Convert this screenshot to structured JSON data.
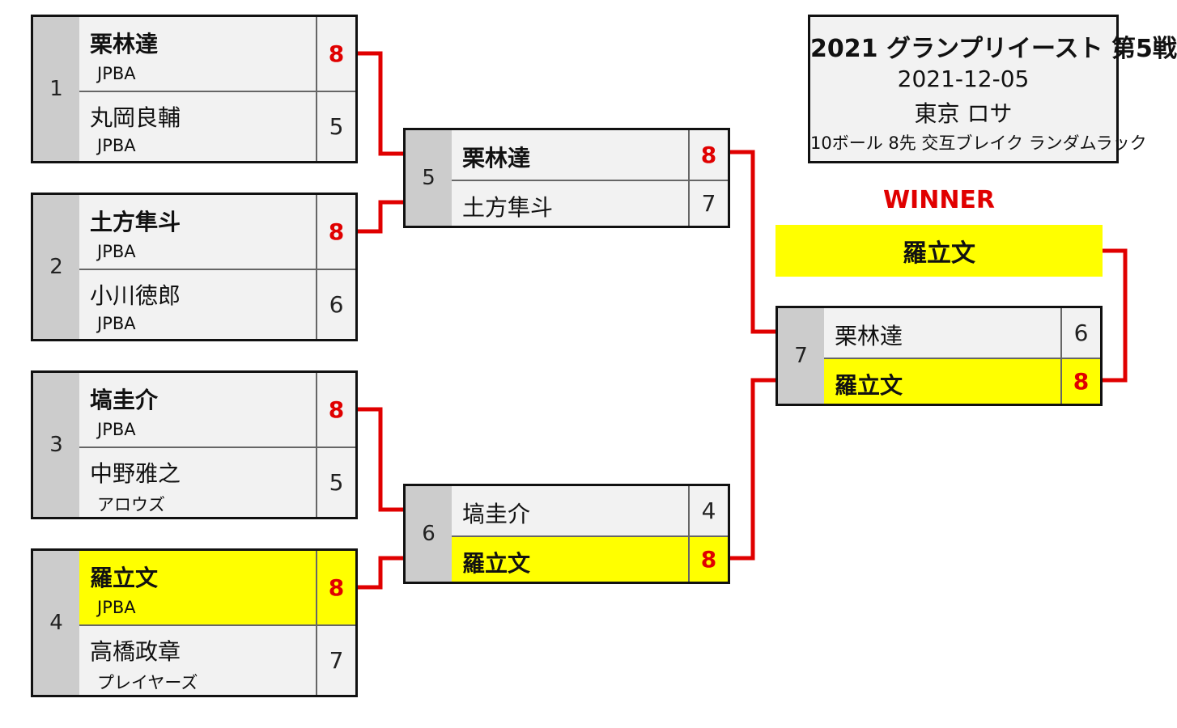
{
  "event": {
    "title": "2021 グランプリイースト 第5戦",
    "date": "2021-12-05",
    "venue": "東京 ロサ",
    "rules": "10ボール 8先 交互ブレイク ランダムラック"
  },
  "winner": {
    "label": "WINNER",
    "name": "羅立文"
  },
  "round1": [
    {
      "num": "1",
      "p1": {
        "name": "栗林達",
        "team": "JPBA",
        "score": "8"
      },
      "p2": {
        "name": "丸岡良輔",
        "team": "JPBA",
        "score": "5"
      }
    },
    {
      "num": "2",
      "p1": {
        "name": "土方隼斗",
        "team": "JPBA",
        "score": "8"
      },
      "p2": {
        "name": "小川徳郎",
        "team": "JPBA",
        "score": "6"
      }
    },
    {
      "num": "3",
      "p1": {
        "name": "塙圭介",
        "team": "JPBA",
        "score": "8"
      },
      "p2": {
        "name": "中野雅之",
        "team": "アロウズ",
        "score": "5"
      }
    },
    {
      "num": "4",
      "p1": {
        "name": "羅立文",
        "team": "JPBA",
        "score": "8"
      },
      "p2": {
        "name": "高橋政章",
        "team": "プレイヤーズ",
        "score": "7"
      }
    }
  ],
  "semis": [
    {
      "num": "5",
      "p1": {
        "name": "栗林達",
        "score": "8"
      },
      "p2": {
        "name": "土方隼斗",
        "score": "7"
      }
    },
    {
      "num": "6",
      "p1": {
        "name": "塙圭介",
        "score": "4"
      },
      "p2": {
        "name": "羅立文",
        "score": "8"
      }
    }
  ],
  "final": {
    "num": "7",
    "p1": {
      "name": "栗林達",
      "score": "6"
    },
    "p2": {
      "name": "羅立文",
      "score": "8"
    }
  }
}
